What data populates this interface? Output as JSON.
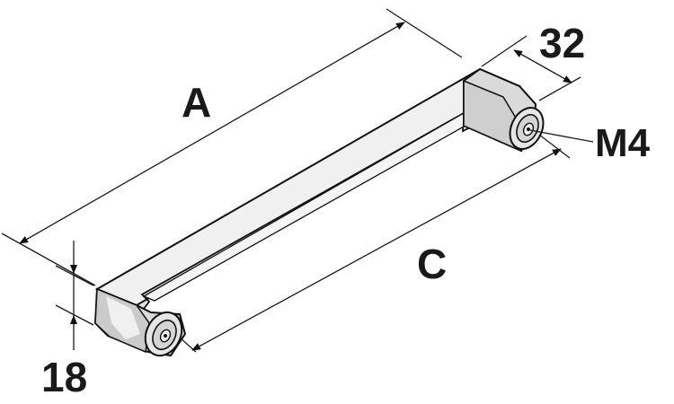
{
  "labels": {
    "length_overall": "A",
    "hole_spacing": "C",
    "width": "32",
    "height": "18",
    "thread": "M4"
  },
  "colors": {
    "line": "#111111",
    "shade_dark": "#c8c8c8",
    "shade_mid": "#dcdcdc",
    "shade_light": "#eeeeee",
    "background": "#ffffff"
  }
}
